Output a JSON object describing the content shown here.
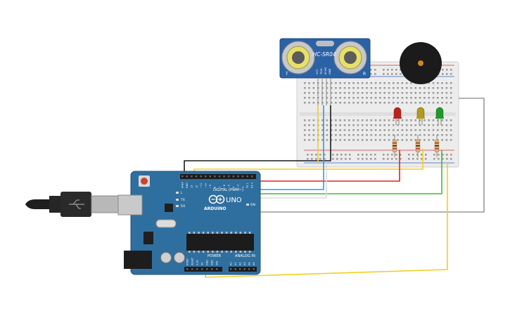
{
  "sensor": {
    "model": "HC-SR04",
    "pins": [
      "VCC",
      "TRIG",
      "ECHO",
      "GND"
    ],
    "corner_left": "T",
    "corner_right": "R"
  },
  "board": {
    "brand": "ARDUINO",
    "model": "UNO",
    "digital_label": "DIGITAL (PWM~)",
    "power_label": "POWER",
    "analog_label": "ANALOG IN",
    "on_label": "ON",
    "tx_label": "TX",
    "rx_label": "RX",
    "l_label": "L",
    "top_pins": [
      "AREF",
      "GND",
      "13",
      "12",
      "~11",
      "~10",
      "~9",
      "8",
      "7",
      "~6",
      "~5",
      "4",
      "~3",
      "2",
      "TX 1",
      "RX 0"
    ],
    "power_pins": [
      "IOREF",
      "RESET",
      "3.3V",
      "5V",
      "GND",
      "GND",
      "VIN"
    ],
    "analog_pins": [
      "A0",
      "A1",
      "A2",
      "A3",
      "A4",
      "A5"
    ]
  },
  "leds": [
    {
      "name": "red",
      "color": "#c0201c"
    },
    {
      "name": "yellow",
      "color": "#b59a1b"
    },
    {
      "name": "green",
      "color": "#1f9a27"
    }
  ],
  "wire_colors": {
    "black": "#1a1a1a",
    "red": "#e0251b",
    "yellow": "#f2cf21",
    "green": "#3cbd2b",
    "blue": "#2d9be0",
    "white": "#dcdcdc",
    "gray": "#9a9a9a"
  },
  "colors": {
    "board_blue": "#2f6f9f",
    "breadboard": "#ececec",
    "rail_red": "#d23a3a",
    "rail_blue": "#3a61c7"
  }
}
